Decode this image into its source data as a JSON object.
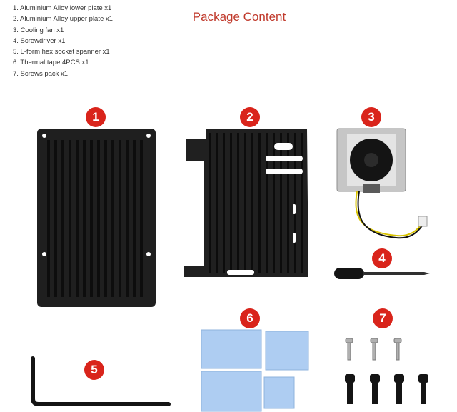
{
  "title": "Package Content",
  "items": [
    "1. Aluminium Alloy lower plate x1",
    "2. Aluminium Alloy upper plate x1",
    "3. Cooling fan x1",
    "4. Screwdriver x1",
    "5. L-form hex socket spanner x1",
    "6. Thermal tape 4PCS x1",
    "7. Screws pack x1"
  ],
  "badges": [
    "1",
    "2",
    "3",
    "4",
    "5",
    "6",
    "7"
  ],
  "colors": {
    "badge": "#d9241b",
    "title": "#c0392b",
    "metal": "#222222",
    "thermal_pad": "#aecdf2"
  }
}
